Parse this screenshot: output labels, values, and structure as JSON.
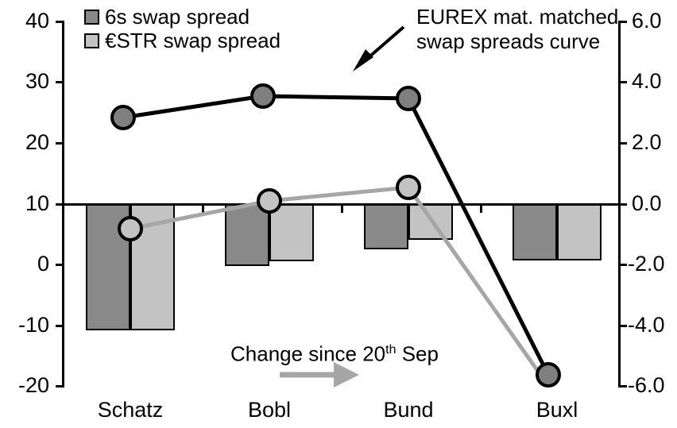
{
  "chart_data": {
    "type": "bar",
    "title": "",
    "categories": [
      "Schatz",
      "Bobl",
      "Bund",
      "Buxl"
    ],
    "xlabel": "",
    "ylabel": "",
    "ylim": [
      -20,
      40
    ],
    "y2lim": [
      -6.0,
      6.0
    ],
    "left_ticks": [
      "40",
      "30",
      "20",
      "10",
      "0",
      "-10",
      "-20"
    ],
    "left_tick_values": [
      40,
      30,
      20,
      10,
      0,
      -10,
      -20
    ],
    "right_ticks": [
      "6.0",
      "4.0",
      "2.0",
      "0.0",
      "-2.0",
      "-4.0",
      "-6.0"
    ],
    "right_tick_values": [
      6.0,
      4.0,
      2.0,
      0.0,
      -2.0,
      -4.0,
      -6.0
    ],
    "grid": false,
    "legend_position": "top-left",
    "series": [
      {
        "name": "6s swap spread",
        "type": "bar",
        "axis": "right",
        "color": "#898989",
        "values": [
          -4.0,
          -1.95,
          -1.4,
          -1.55
        ]
      },
      {
        "name": "€STR swap spread",
        "type": "bar",
        "axis": "right",
        "color": "#c3c3c3",
        "values": [
          -4.0,
          -1.8,
          -1.1,
          -1.55
        ]
      },
      {
        "name": "EUREX mat. matched swap spreads curve",
        "type": "line",
        "axis": "left",
        "color": "#000000",
        "marker_fill": "#7f7f7f",
        "values": [
          24.5,
          28.0,
          27.4,
          -18.0
        ]
      },
      {
        "name": "Change since 20th Sep",
        "type": "line",
        "axis": "left",
        "color": "#a6a6a6",
        "marker_fill": "#c3c3c3",
        "values": [
          6.1,
          10.5,
          12.7,
          -19.6
        ]
      }
    ],
    "annotations": [
      {
        "name": "eurex-curve-annotation",
        "line1": "EUREX mat. matched",
        "line2": "swap spreads curve",
        "arrow": "down-left"
      },
      {
        "name": "change-since-note",
        "text_before": "Change since 20",
        "superscript": "th",
        "text_after": " Sep",
        "arrow": "right"
      }
    ]
  },
  "legend": {
    "items": [
      {
        "label": "6s swap spread",
        "color": "#898989"
      },
      {
        "label": "€STR swap spread",
        "color": "#c3c3c3"
      }
    ]
  },
  "axes": {
    "left": {
      "labels": [
        "40",
        "30",
        "20",
        "10",
        "0",
        "-10",
        "-20"
      ]
    },
    "right": {
      "labels": [
        "6.0",
        "4.0",
        "2.0",
        "0.0",
        "-2.0",
        "-4.0",
        "-6.0"
      ]
    },
    "categories": [
      "Schatz",
      "Bobl",
      "Bund",
      "Buxl"
    ]
  },
  "annotation": {
    "eurex_line1": "EUREX mat. matched",
    "eurex_line2": "swap spreads curve",
    "change_before": "Change since 20",
    "change_sup": "th",
    "change_after": " Sep"
  }
}
